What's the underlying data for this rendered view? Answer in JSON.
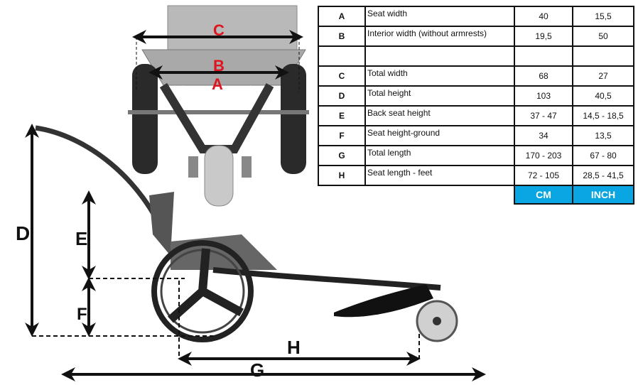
{
  "table": {
    "rows": [
      {
        "letter": "A",
        "label": "Seat width",
        "cm": "40",
        "inch": "15,5"
      },
      {
        "letter": "B",
        "label": "Interior width (without armrests)",
        "cm": "19,5",
        "inch": "50"
      },
      {
        "letter": "",
        "label": "",
        "cm": "",
        "inch": ""
      },
      {
        "letter": "C",
        "label": "Total width",
        "cm": "68",
        "inch": "27"
      },
      {
        "letter": "D",
        "label": "Total height",
        "cm": "103",
        "inch": "40,5"
      },
      {
        "letter": "E",
        "label": "Back seat height",
        "cm": "37 - 47",
        "inch": "14,5 - 18,5"
      },
      {
        "letter": "F",
        "label": "Seat height-ground",
        "cm": "34",
        "inch": "13,5"
      },
      {
        "letter": "G",
        "label": "Total length",
        "cm": "170 - 203",
        "inch": "67 - 80"
      },
      {
        "letter": "H",
        "label": "Seat length - feet",
        "cm": "72 - 105",
        "inch": "28,5 - 41,5"
      }
    ],
    "units": {
      "cm": "CM",
      "inch": "INCH"
    }
  },
  "labels": {
    "A": "A",
    "B": "B",
    "C": "C",
    "D": "D",
    "E": "E",
    "F": "F",
    "G": "G",
    "H": "H"
  },
  "colors": {
    "unit_header": "#0aa5e3",
    "top_label": "#e0141e"
  }
}
